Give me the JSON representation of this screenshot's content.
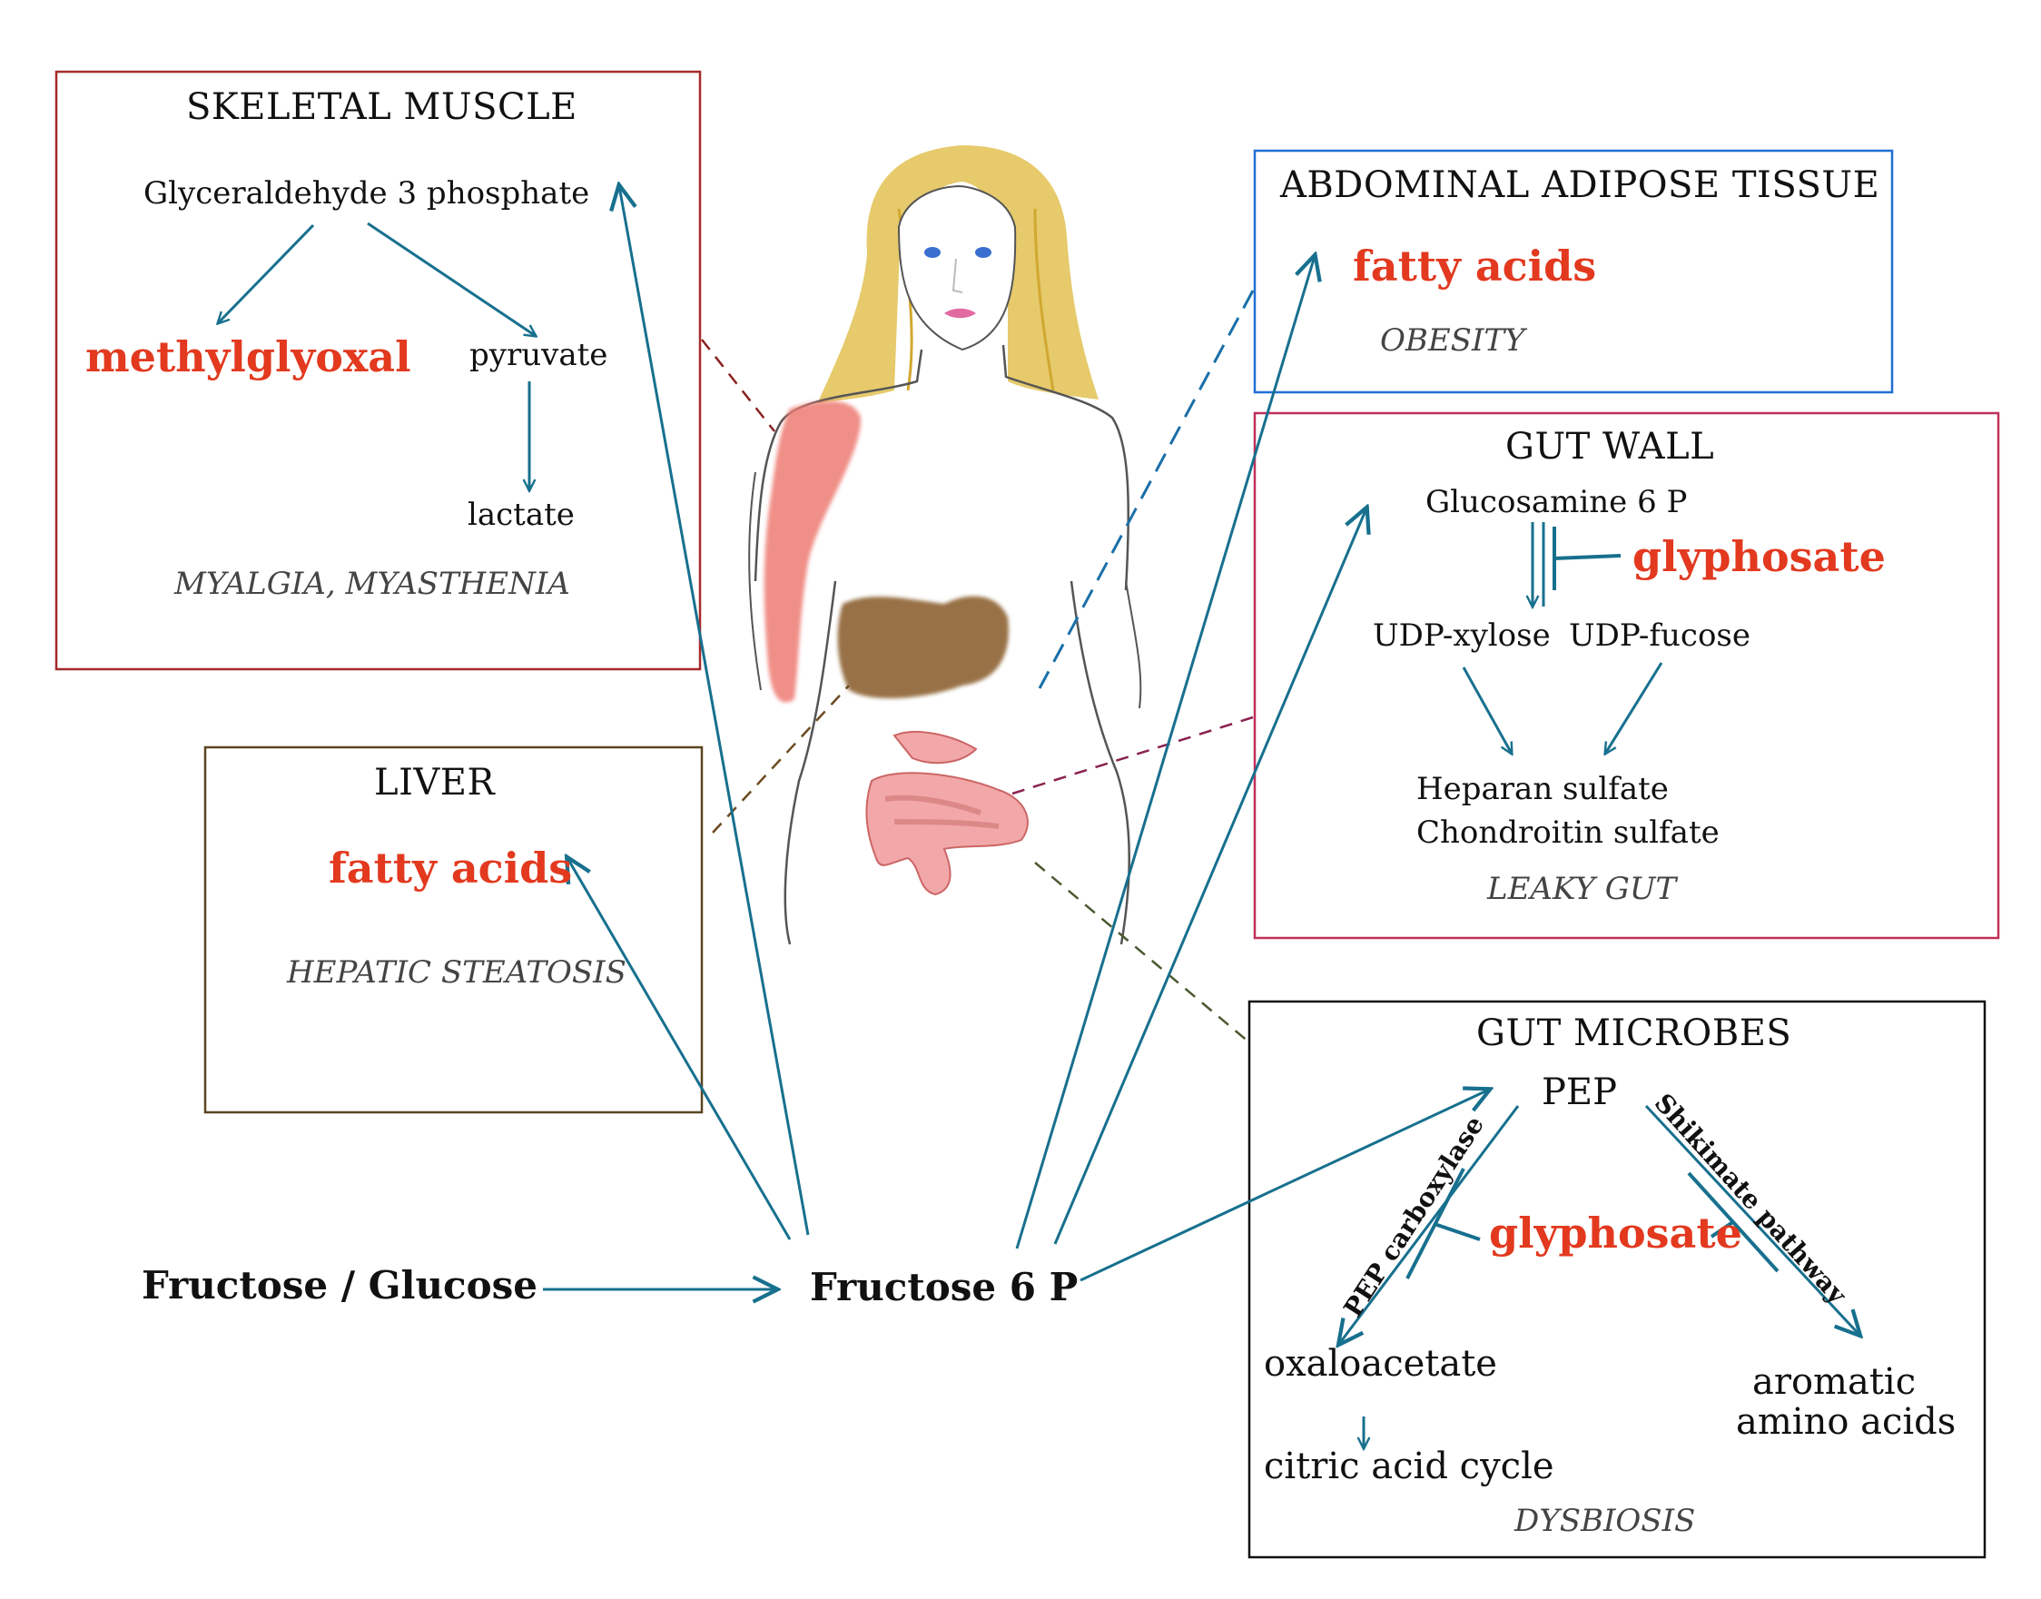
{
  "colors": {
    "arrow": "#17708e",
    "red_text": "#e2391f",
    "muscle_box": "#a52a2a",
    "adipose_box": "#1f6fd4",
    "gut_wall_box": "#c0305a",
    "liver_box": "#5a4520",
    "microbes_box": "#111111"
  },
  "skeletal_muscle": {
    "title": "SKELETAL MUSCLE",
    "g3p": "Glyceraldehyde 3 phosphate",
    "methylglyoxal": "methylglyoxal",
    "pyruvate": "pyruvate",
    "lactate": "lactate",
    "condition": "MYALGIA, MYASTHENIA"
  },
  "liver": {
    "title": "LIVER",
    "fatty_acids": "fatty acids",
    "condition": "HEPATIC STEATOSIS"
  },
  "adipose": {
    "title": "ABDOMINAL ADIPOSE TISSUE",
    "fatty_acids": "fatty acids",
    "condition": "OBESITY"
  },
  "gut_wall": {
    "title": "GUT WALL",
    "glucosamine": "Glucosamine 6 P",
    "glyphosate": "glyphosate",
    "udp_xylose": "UDP-xylose",
    "udp_fucose": "UDP-fucose",
    "heparan": "Heparan sulfate",
    "chondroitin": "Chondroitin sulfate",
    "condition": "LEAKY GUT"
  },
  "gut_microbes": {
    "title": "GUT MICROBES",
    "pep": "PEP",
    "pep_carboxylase": "PEP carboxylase",
    "shikimate": "Shikimate pathway",
    "glyphosate": "glyphosate",
    "oxaloacetate": "oxaloacetate",
    "citric": "citric acid cycle",
    "aromatic_1": "aromatic",
    "aromatic_2": "amino acids",
    "condition": "DYSBIOSIS"
  },
  "fructose_glucose": "Fructose / Glucose",
  "fructose_6p": "Fructose 6 P"
}
